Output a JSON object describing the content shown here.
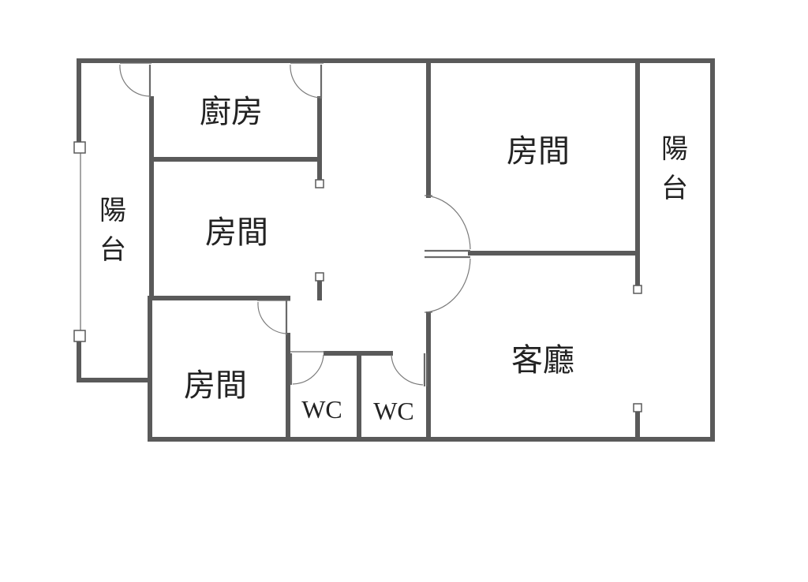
{
  "rooms": {
    "kitchen": "廚房",
    "room_upper_right": "房間",
    "room_middle_left": "房間",
    "room_lower_left": "房間",
    "living_room": "客廳",
    "wc_left": "WC",
    "wc_right": "WC",
    "balcony_left": {
      "line1": "陽",
      "line2": "台"
    },
    "balcony_right": {
      "line1": "陽",
      "line2": "台"
    }
  },
  "colors": {
    "wall": "#5a5a5a",
    "text": "#222222",
    "background": "#ffffff"
  }
}
